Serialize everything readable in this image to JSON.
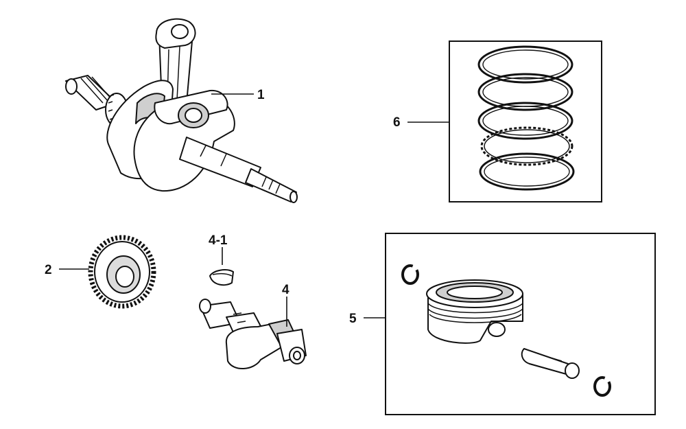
{
  "diagram": {
    "callouts": [
      {
        "id": "1",
        "label": "1"
      },
      {
        "id": "2",
        "label": "2"
      },
      {
        "id": "4-1",
        "label": "4-1"
      },
      {
        "id": "4",
        "label": "4"
      },
      {
        "id": "5",
        "label": "5"
      },
      {
        "id": "6",
        "label": "6"
      }
    ],
    "parts": [
      {
        "callout": "1",
        "icon": "crankshaft-assembly-icon"
      },
      {
        "callout": "2",
        "icon": "gear-icon"
      },
      {
        "callout": "4-1",
        "icon": "woodruff-key-icon"
      },
      {
        "callout": "4",
        "icon": "balancer-shaft-icon"
      },
      {
        "callout": "5",
        "icon": "piston-assembly-icon"
      },
      {
        "callout": "6",
        "icon": "piston-ring-set-icon"
      }
    ],
    "colors": {
      "line": "#111111",
      "fill": "#ffffff",
      "shade": "#cfcfcf"
    }
  }
}
